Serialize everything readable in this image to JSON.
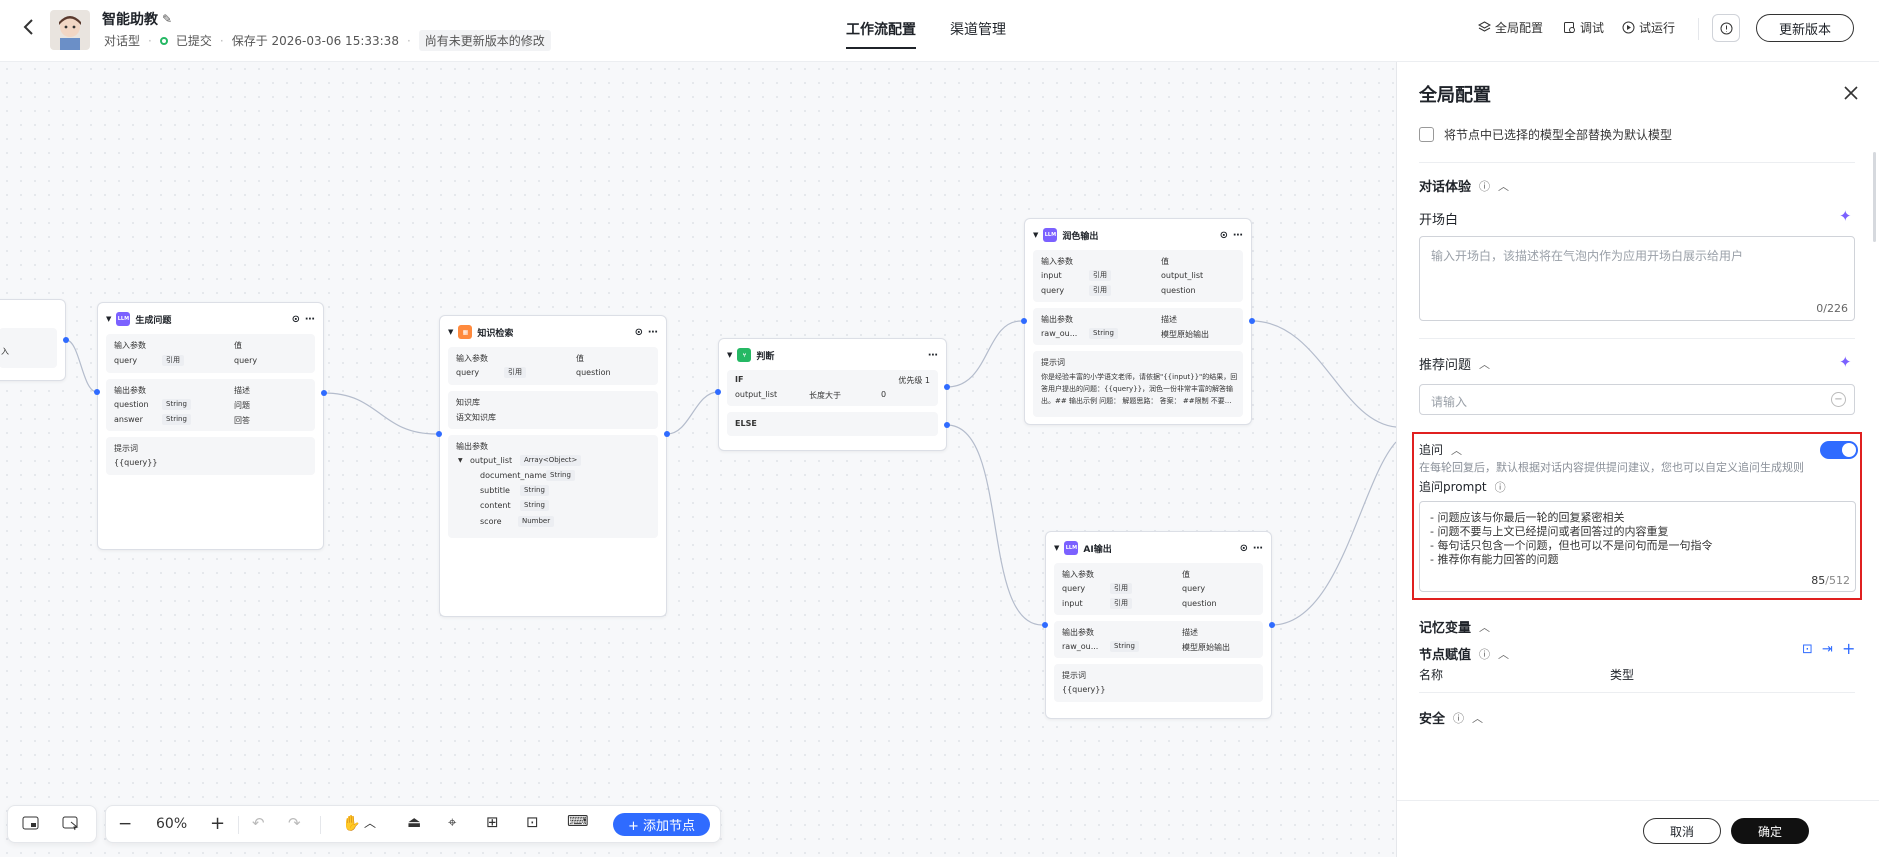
{
  "header": {
    "app_name": "智能助教",
    "app_type": "对话型",
    "status": "已提交",
    "saved_at": "保存于 2026-03-06 15:33:38",
    "notice": "尚有未更新版本的修改",
    "tabs": [
      {
        "label": "工作流配置",
        "active": true
      },
      {
        "label": "渠道管理",
        "active": false
      }
    ],
    "actions": {
      "global_config": "全局配置",
      "debug": "调试",
      "trial_run": "试运行",
      "update_version": "更新版本"
    }
  },
  "canvas": {
    "nodes": {
      "partial": {
        "text": "入"
      },
      "gen_question": {
        "title": "生成问题",
        "badge": "LLM",
        "input_header": "输入参数",
        "value_header": "值",
        "inputs": [
          {
            "name": "query",
            "type": "引用",
            "value": "query"
          }
        ],
        "output_header": "输出参数",
        "desc_header": "描述",
        "outputs": [
          {
            "name": "question",
            "type": "String",
            "desc": "问题"
          },
          {
            "name": "answer",
            "type": "String",
            "desc": "回答"
          }
        ],
        "prompt_header": "提示词",
        "prompt": "{{query}}"
      },
      "knowledge": {
        "title": "知识检索",
        "input_header": "输入参数",
        "value_header": "值",
        "inputs": [
          {
            "name": "query",
            "type": "引用",
            "value": "question"
          }
        ],
        "kb_header": "知识库",
        "kb_value": "语文知识库",
        "output_header": "输出参数",
        "output_list": {
          "name": "output_list",
          "type": "Array<Object>"
        },
        "children": [
          {
            "name": "document_name",
            "type": "String"
          },
          {
            "name": "subtitle",
            "type": "String"
          },
          {
            "name": "content",
            "type": "String"
          },
          {
            "name": "score",
            "type": "Number"
          }
        ]
      },
      "judge": {
        "title": "判断",
        "if_label": "IF",
        "priority": "优先级 1",
        "cond_var": "output_list",
        "cond_op": "长度大于",
        "cond_val": "0",
        "else_label": "ELSE"
      },
      "polish": {
        "title": "润色输出",
        "badge": "LLM",
        "input_header": "输入参数",
        "value_header": "值",
        "inputs": [
          {
            "name": "input",
            "type": "引用",
            "value": "output_list"
          },
          {
            "name": "query",
            "type": "引用",
            "value": "question"
          }
        ],
        "output_header": "输出参数",
        "desc_header": "描述",
        "outputs": [
          {
            "name": "raw_ou...",
            "type": "String",
            "desc": "模型原始输出"
          }
        ],
        "prompt_header": "提示词",
        "prompt_lines": [
          "你是经验丰富的小学语文老师，请依据\"{{input}}\"的结果，回",
          "答用户提出的问题：{{query}}，润色一份非常丰富的解答输",
          "出。## 输出示例 问题： 解题思路： 答案： ##限制 不要..."
        ]
      },
      "ai_output": {
        "title": "AI输出",
        "badge": "LLM",
        "input_header": "输入参数",
        "value_header": "值",
        "inputs": [
          {
            "name": "query",
            "type": "引用",
            "value": "query"
          },
          {
            "name": "input",
            "type": "引用",
            "value": "question"
          }
        ],
        "output_header": "输出参数",
        "desc_header": "描述",
        "outputs": [
          {
            "name": "raw_ou...",
            "type": "String",
            "desc": "模型原始输出"
          }
        ],
        "prompt_header": "提示词",
        "prompt": "{{query}}"
      }
    }
  },
  "toolbar": {
    "zoom": "60%",
    "add_node": "+ 添加节点"
  },
  "panel": {
    "title": "全局配置",
    "replace_models": "将节点中已选择的模型全部替换为默认模型",
    "dialog_section": "对话体验",
    "opening_label": "开场白",
    "opening_placeholder": "输入开场白，该描述将在气泡内作为应用开场白展示给用户",
    "opening_count": "0/226",
    "recommend_label": "推荐问题",
    "recommend_placeholder": "请输入",
    "followup_label": "追问",
    "followup_desc": "在每轮回复后，默认根据对话内容提供提问建议，您也可以自定义追问生成规则",
    "followup_prompt_label": "追问prompt",
    "followup_prompt_lines": [
      "- 问题应该与你最后一轮的回复紧密相关",
      "- 问题不要与上文已经提问或者回答过的内容重复",
      "- 每句话只包含一个问题，但也可以不是问句而是一句指令",
      "- 推荐你有能力回答的问题"
    ],
    "followup_count_current": "85",
    "followup_count_max": "/512",
    "memory_label": "记忆变量",
    "assign_label": "节点赋值",
    "col_name": "名称",
    "col_type": "类型",
    "security_label": "安全",
    "cancel": "取消",
    "confirm": "确定"
  }
}
